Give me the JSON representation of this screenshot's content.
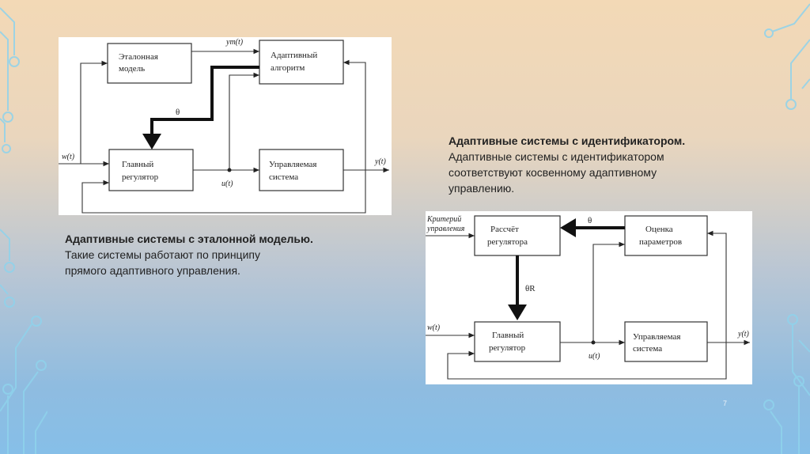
{
  "colors": {
    "background_top": "#f3d9b6",
    "background_bottom": "#86bfe8",
    "circuit_decoration": "#8fd3ec"
  },
  "diagram1": {
    "blocks": {
      "reference_model": [
        "Эталонная",
        "модель"
      ],
      "adaptive_algorithm": [
        "Адаптивный",
        "алгоритм"
      ],
      "main_controller": [
        "Главный",
        "регулятор"
      ],
      "controlled_system": [
        "Управляемая",
        "система"
      ]
    },
    "signals": {
      "input": "w(t)",
      "model_output": "ym(t)",
      "parameter": "θ",
      "control": "u(t)",
      "output": "y(t)"
    }
  },
  "caption1": {
    "title": "Адаптивные системы с эталонной моделью.",
    "body_line1": "Такие системы работают по принципу",
    "body_line2": "прямого адаптивного управления."
  },
  "caption2": {
    "title": "Адаптивные системы с идентификатором.",
    "body_line1": "Адаптивные системы с идентификатором",
    "body_line2": "соответствуют косвенному адаптивному",
    "body_line3": "управлению."
  },
  "diagram2": {
    "blocks": {
      "controller_calc": [
        "Рассчёт",
        "регулятора"
      ],
      "parameter_estimation": [
        "Оценка",
        "параметров"
      ],
      "main_controller": [
        "Главный",
        "регулятор"
      ],
      "controlled_system": [
        "Управляемая",
        "система"
      ]
    },
    "signals": {
      "criterion": [
        "Критерий",
        "управления"
      ],
      "parameter": "θ",
      "controller_parameter": "θR",
      "input": "w(t)",
      "control": "u(t)",
      "output": "y(t)"
    }
  },
  "page_number": "7"
}
